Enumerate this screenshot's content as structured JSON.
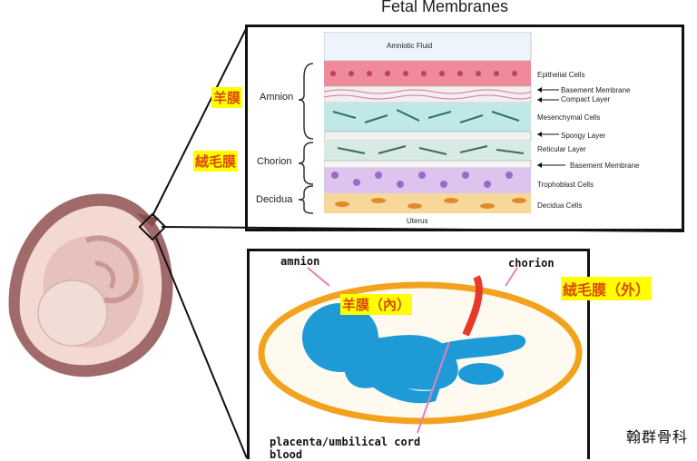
{
  "title": "Fetal Membranes",
  "layers": {
    "top": "Amniotic Fluid",
    "bottom": "Uterus",
    "epithelial": "Epithelial Cells",
    "basement1": "Basement Membrane",
    "compact": "Compact Layer",
    "mesenchymal": "Mesenchymal Cells",
    "spongy": "Spongy Layer",
    "reticular": "Reticular Layer",
    "basement2": "Basement Membrane",
    "trophoblast": "Trophoblast Cells",
    "decidua_cells": "Decidua Cells"
  },
  "side_labels": {
    "amnion": "Amnion",
    "chorion": "Chorion",
    "decidua": "Decidua",
    "amnion_cn": "羊膜",
    "chorion_cn": "絨毛膜"
  },
  "bottom": {
    "amnion": "amnion",
    "chorion": "chorion",
    "amnion_cn": "羊膜（內）",
    "chorion_cn": "絨毛膜（外）",
    "placenta_line1": "placenta/umbilical cord",
    "placenta_line2": "blood"
  },
  "watermark": "翰群骨科",
  "colors": {
    "epithelial": "#ef8a9a",
    "mesenchymal": "#bfe8e6",
    "trophoblast": "#dcc4ee",
    "decidua": "#f7d79a",
    "fetus": "#1e9bd7",
    "cord": "#e83a2a",
    "ellipse_border": "#f2a21c",
    "mother_skin": "#f4d9d3"
  }
}
